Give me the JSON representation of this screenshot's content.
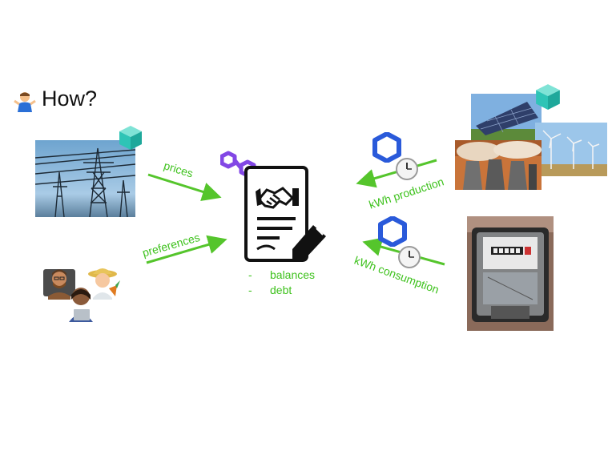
{
  "heading": {
    "text": "How?",
    "emoji": "person-shrugging-icon"
  },
  "labels": {
    "prices": "prices",
    "preferences": "preferences",
    "production": "kWh production",
    "consumption": "kWh consumption"
  },
  "contract_items": [
    "balances",
    "debt"
  ],
  "bullet": "-",
  "colors": {
    "arrow": "#55c52c",
    "label": "#3fc21e",
    "polygon": "#8247e5",
    "chainlink": "#2a5ada",
    "cube": "#2ec4b6"
  }
}
